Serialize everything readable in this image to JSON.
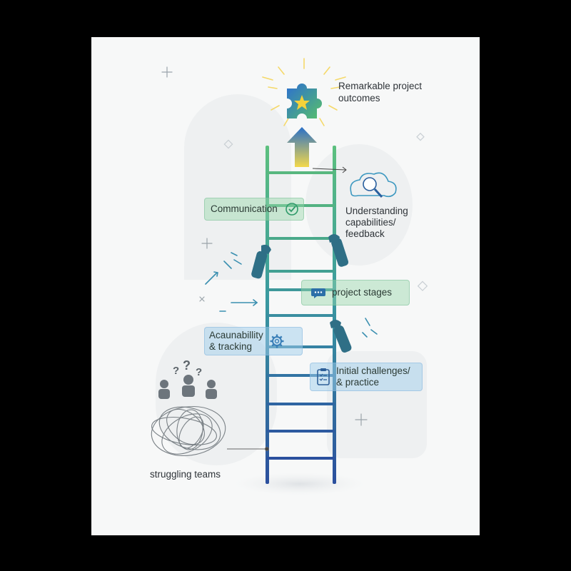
{
  "outcome": {
    "label": "Remarkable project\noutcomes"
  },
  "steps": [
    {
      "id": "communication",
      "label": "Communication",
      "icon": "check-circle-icon"
    },
    {
      "id": "project-stages",
      "label": "project stages",
      "icon": "speech-bubble-icon"
    },
    {
      "id": "accountability",
      "label": "Acaunabillity\n& tracking",
      "icon": "gear-icon"
    },
    {
      "id": "initial",
      "label": "Initial challenges/\n& practice",
      "icon": "clipboard-icon"
    }
  ],
  "side_note": {
    "label": "Understanding\ncapabilities/\nfeedback",
    "icon": "magnifier-cloud-icon"
  },
  "base": {
    "label": "struggling teams",
    "icons": [
      "question-marks-icon",
      "people-icon",
      "tangled-scribble-icon"
    ]
  },
  "colors": {
    "ladder_top": "#4fb37a",
    "ladder_bottom": "#2b4f9e",
    "green_pill": "#cfe9d8",
    "blue_pill": "#d3e7f4",
    "arrow_top": "#f0d34a"
  }
}
